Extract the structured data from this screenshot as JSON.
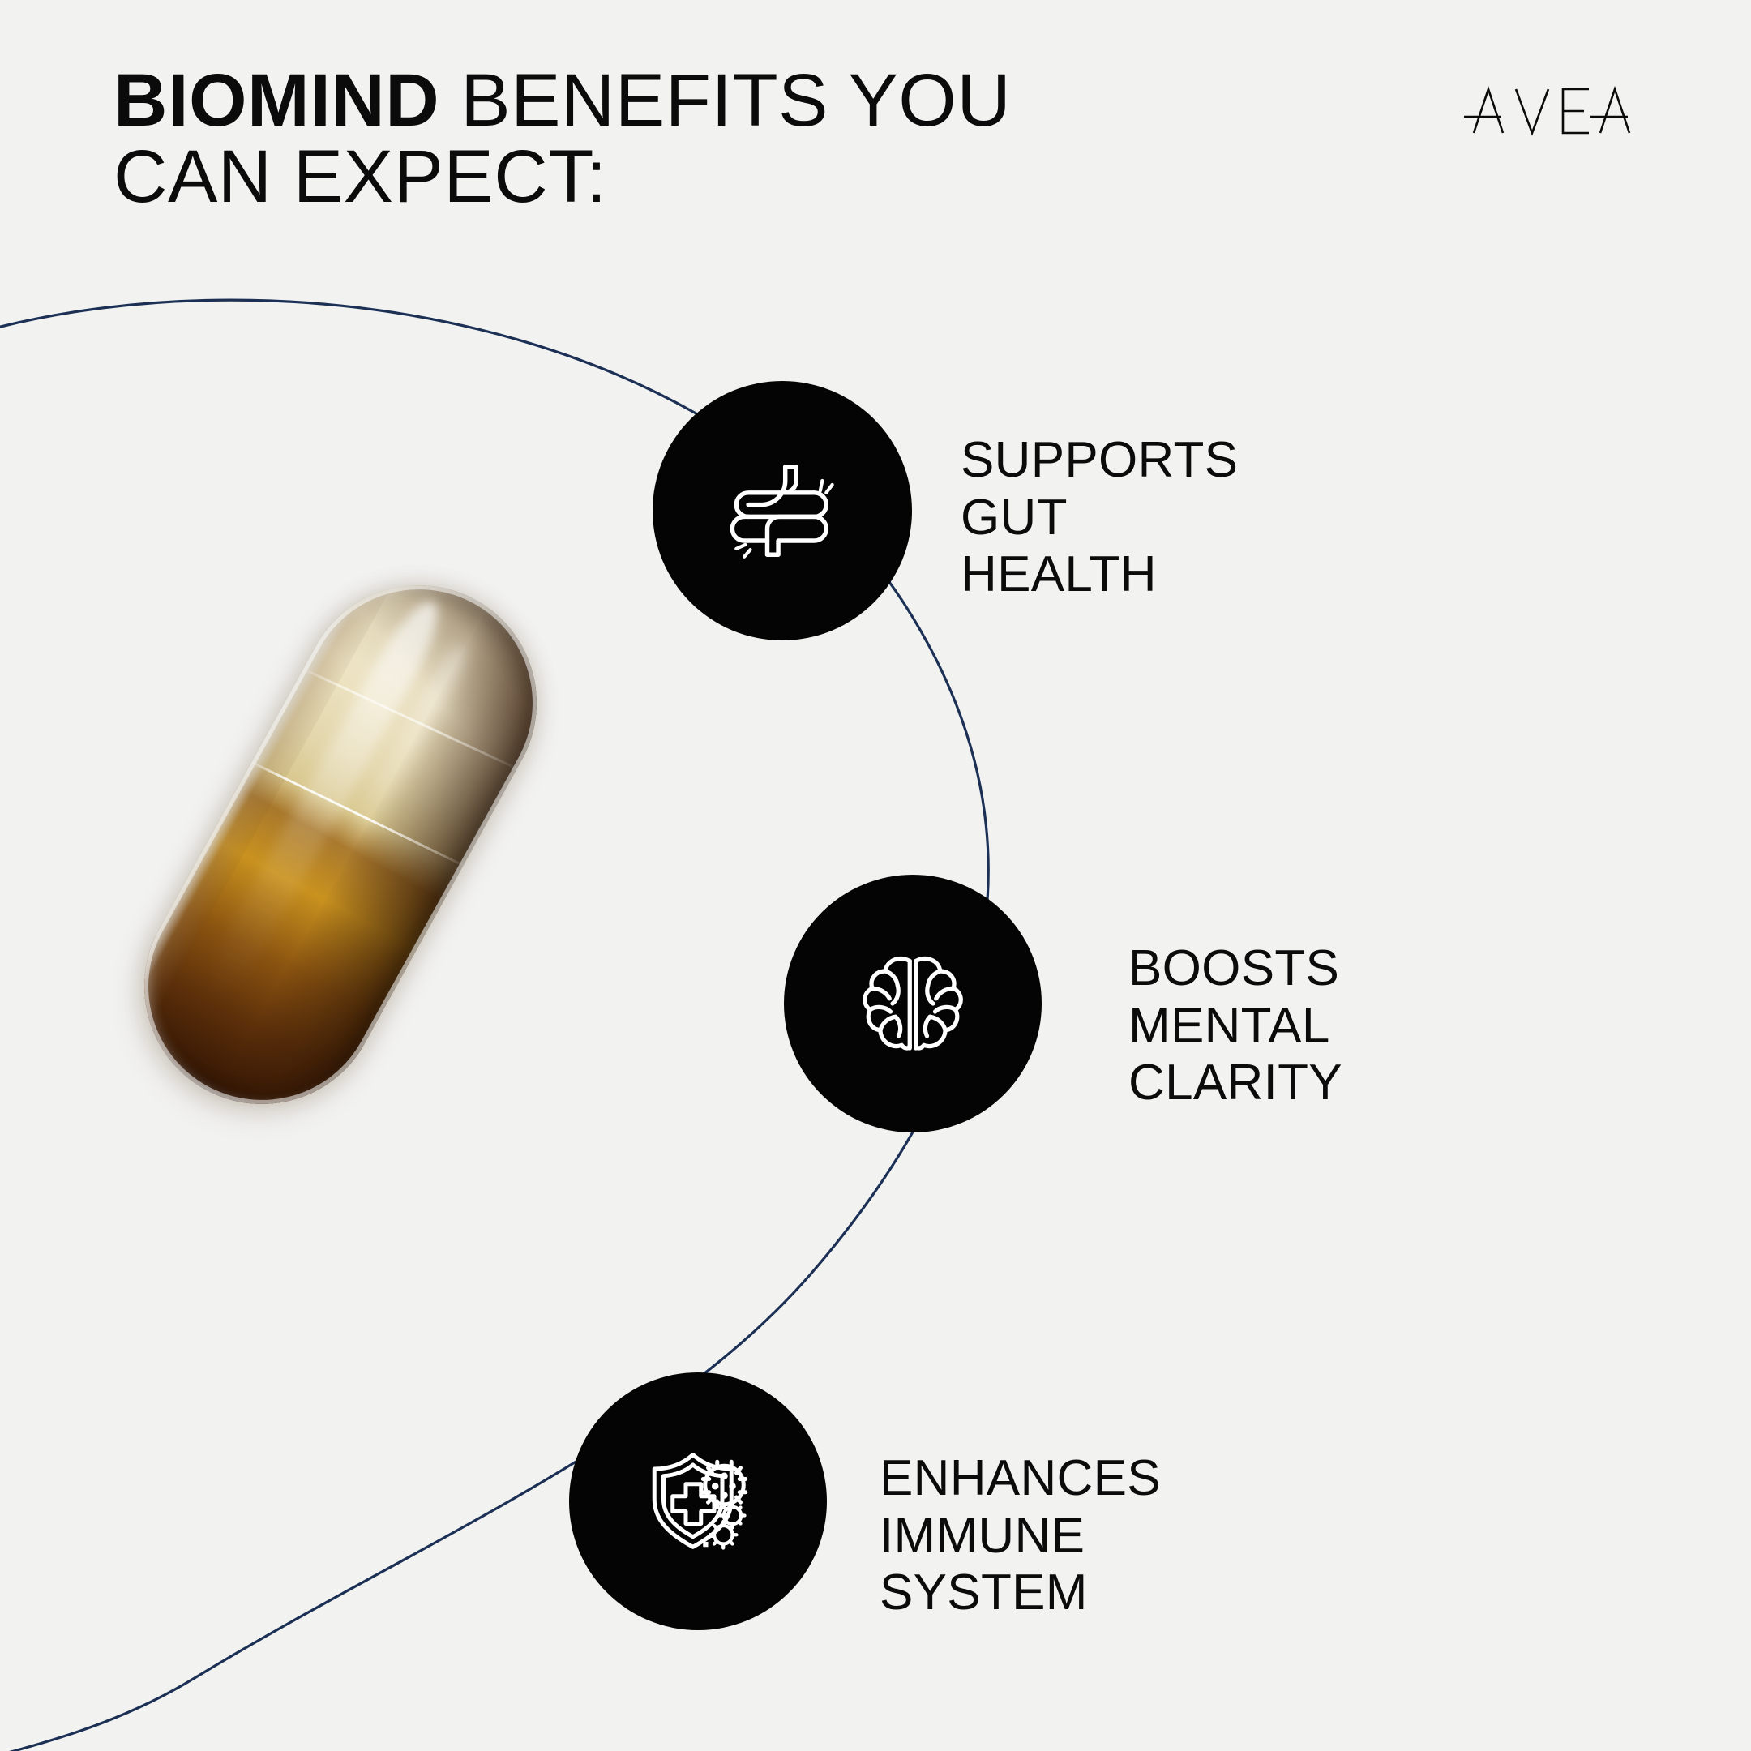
{
  "background_color": "#f2f2f1",
  "accent_color": "#1b3054",
  "node_color": "#040404",
  "text_color": "#0b0b0b",
  "header": {
    "brand_word": "BIOMIND",
    "headline_rest": " BENEFITS YOU CAN  EXPECT:",
    "headline_full": "BIOMIND BENEFITS YOU CAN  EXPECT:",
    "logo_text": "AVEA"
  },
  "product": {
    "name": "biomind-capsule",
    "shell_top_color": "#efe6c8",
    "shell_bottom_color": "#3a1a05",
    "fill_color": "#c9921f"
  },
  "benefits": [
    {
      "id": "gut-health",
      "icon": "intestine-icon",
      "label": "SUPPORTS\nGUT HEALTH",
      "line1": "SUPPORTS",
      "line2": "GUT HEALTH"
    },
    {
      "id": "mental-clarity",
      "icon": "brain-icon",
      "label": "BOOSTS MENTAL\nCLARITY",
      "line1": "BOOSTS MENTAL",
      "line2": "CLARITY"
    },
    {
      "id": "immune-system",
      "icon": "shield-virus-icon",
      "label": "ENHANCES\nIMMUNE SYSTEM",
      "line1": "ENHANCES",
      "line2": "IMMUNE SYSTEM"
    }
  ]
}
